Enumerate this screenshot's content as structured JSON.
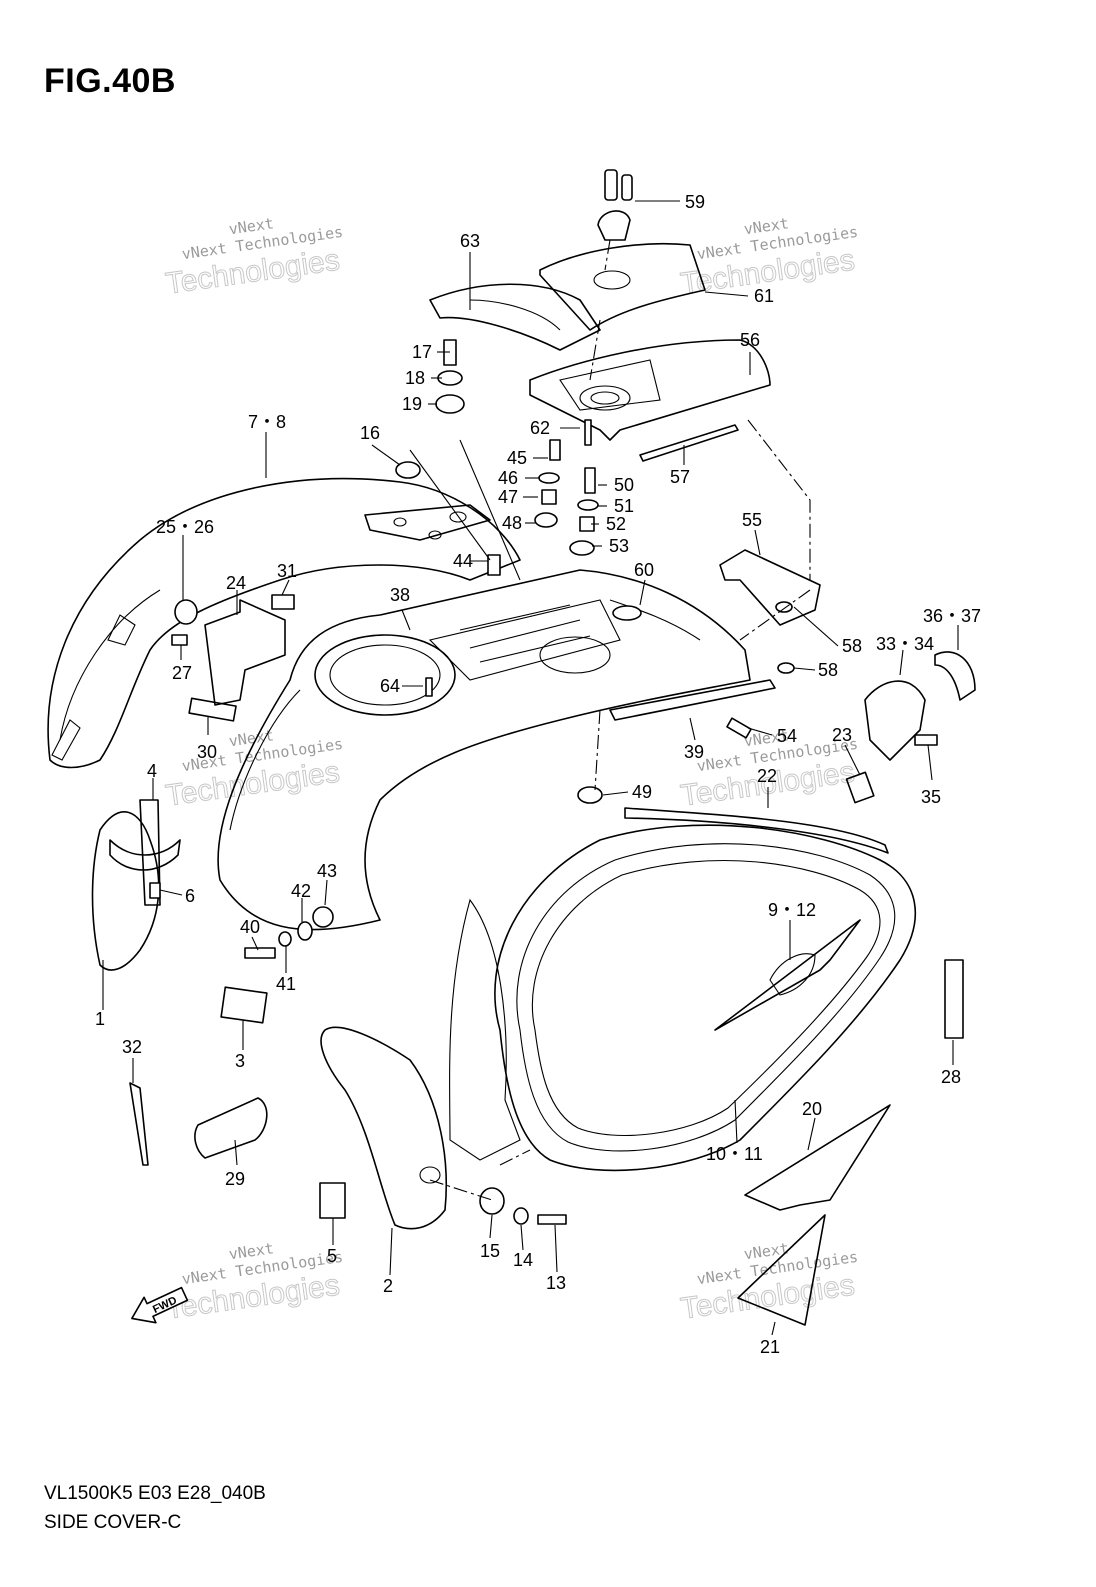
{
  "figure": {
    "title": "FIG.40B",
    "model_code": "VL1500K5 E03 E28_040B",
    "section_name": "SIDE COVER-C",
    "direction_label": "FWD"
  },
  "watermarks": [
    {
      "line1": "vNext",
      "line2": "vNext Technologies",
      "line3": "Technologies"
    },
    {
      "line1": "vNext",
      "line2": "vNext Technologies",
      "line3": "Technologies"
    },
    {
      "line1": "vNext",
      "line2": "vNext Technologies",
      "line3": "Technologies"
    },
    {
      "line1": "vNext",
      "line2": "vNext Technologies",
      "line3": "Technologies"
    },
    {
      "line1": "vNext",
      "line2": "vNext Technologies",
      "line3": "Technologies"
    },
    {
      "line1": "vNext",
      "line2": "vNext Technologies",
      "line3": "Technologies"
    }
  ],
  "callouts": [
    "59",
    "63",
    "61",
    "56",
    "17",
    "18",
    "19",
    "62",
    "7・8",
    "16",
    "45",
    "46",
    "47",
    "48",
    "50",
    "51",
    "52",
    "53",
    "57",
    "55",
    "25・26",
    "24",
    "31",
    "44",
    "60",
    "38",
    "27",
    "64",
    "58",
    "58",
    "36・37",
    "33・34",
    "30",
    "39",
    "54",
    "23",
    "4",
    "49",
    "35",
    "22",
    "6",
    "43",
    "42",
    "40",
    "41",
    "9・12",
    "1",
    "3",
    "28",
    "32",
    "20",
    "29",
    "10・11",
    "5",
    "15",
    "14",
    "13",
    "2",
    "21"
  ]
}
